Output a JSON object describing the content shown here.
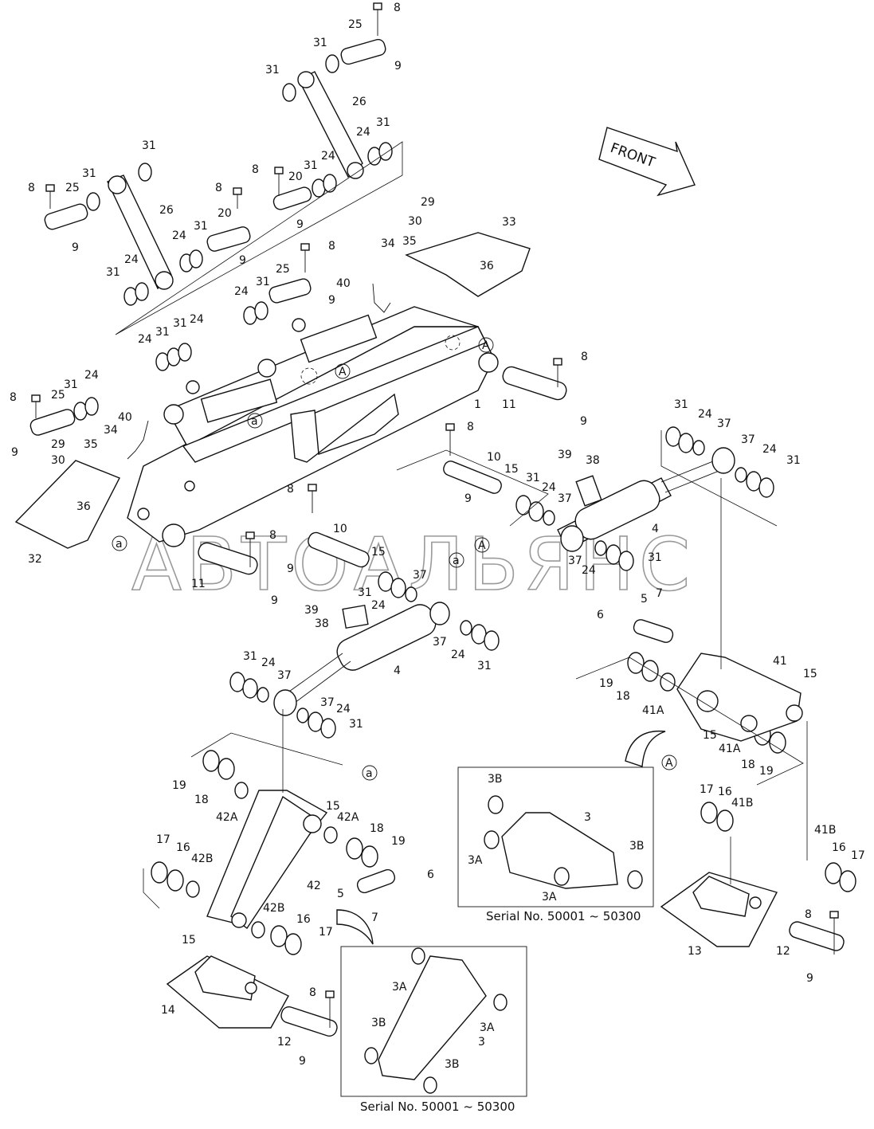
{
  "watermark": "АВТОАЛЬЯНС",
  "direction_label": "FRONT",
  "inset_top": {
    "serial": "Serial No. 50001 ~ 50300",
    "callouts": [
      "3B",
      "3",
      "3A",
      "3B",
      "3A"
    ]
  },
  "inset_bottom": {
    "serial": "Serial No. 50001 ~ 50300",
    "callouts": [
      "3A",
      "3A",
      "3B",
      "3",
      "3B"
    ]
  },
  "callouts": {
    "c8": "8",
    "c9": "9",
    "c24": "24",
    "c25": "25",
    "c26": "26",
    "c31": "31",
    "c20": "20",
    "c29": "29",
    "c30": "30",
    "c33": "33",
    "c34": "34",
    "c35": "35",
    "c36": "36",
    "c40": "40",
    "c1": "1",
    "c11": "11",
    "c32": "32",
    "c10": "10",
    "c15": "15",
    "c37": "37",
    "c38": "38",
    "c39": "39",
    "c4": "4",
    "c5": "5",
    "c6": "6",
    "c7": "7",
    "c41": "41",
    "c41A": "41A",
    "c41B": "41B",
    "c18": "18",
    "c19": "19",
    "c16": "16",
    "c17": "17",
    "c13": "13",
    "c12": "12",
    "c14": "14",
    "c42": "42",
    "c42A": "42A",
    "c42B": "42B",
    "ref_a": "a",
    "ref_A": "A"
  }
}
